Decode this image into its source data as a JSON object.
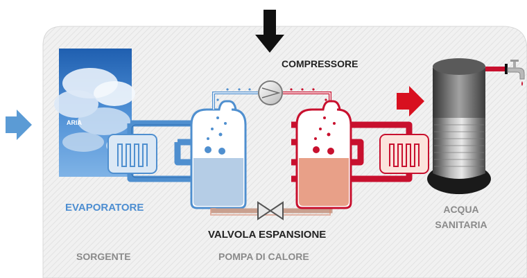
{
  "labels": {
    "compressore": "COMPRESSORE",
    "aria": "ARIA",
    "evaporatore": "EVAPORATORE",
    "valvola": "VALVOLA ESPANSIONE",
    "acqua_line1": "ACQUA",
    "acqua_line2": "SANITARIA",
    "sorgente": "SORGENTE",
    "pompa": "POMPA DI CALORE"
  },
  "colors": {
    "cold_pipe": "#4f8fcf",
    "hot_pipe": "#c8102e",
    "cold_fluid": "#b5cde6",
    "hot_fluid": "#e8a088",
    "arrow_blue": "#5b9bd5",
    "arrow_red": "#d8101f",
    "arrow_black": "#111111",
    "panel_bg": "#f0f0f0",
    "label_gray": "#8a8a8a",
    "label_blue": "#4d8ed1"
  },
  "icons": [
    "down-arrow-icon",
    "right-arrow-icon",
    "faucet-icon",
    "cloud-sky-image",
    "water-tank-icon",
    "compressor-icon",
    "expansion-valve-icon",
    "heat-exchanger-coil-icon"
  ]
}
